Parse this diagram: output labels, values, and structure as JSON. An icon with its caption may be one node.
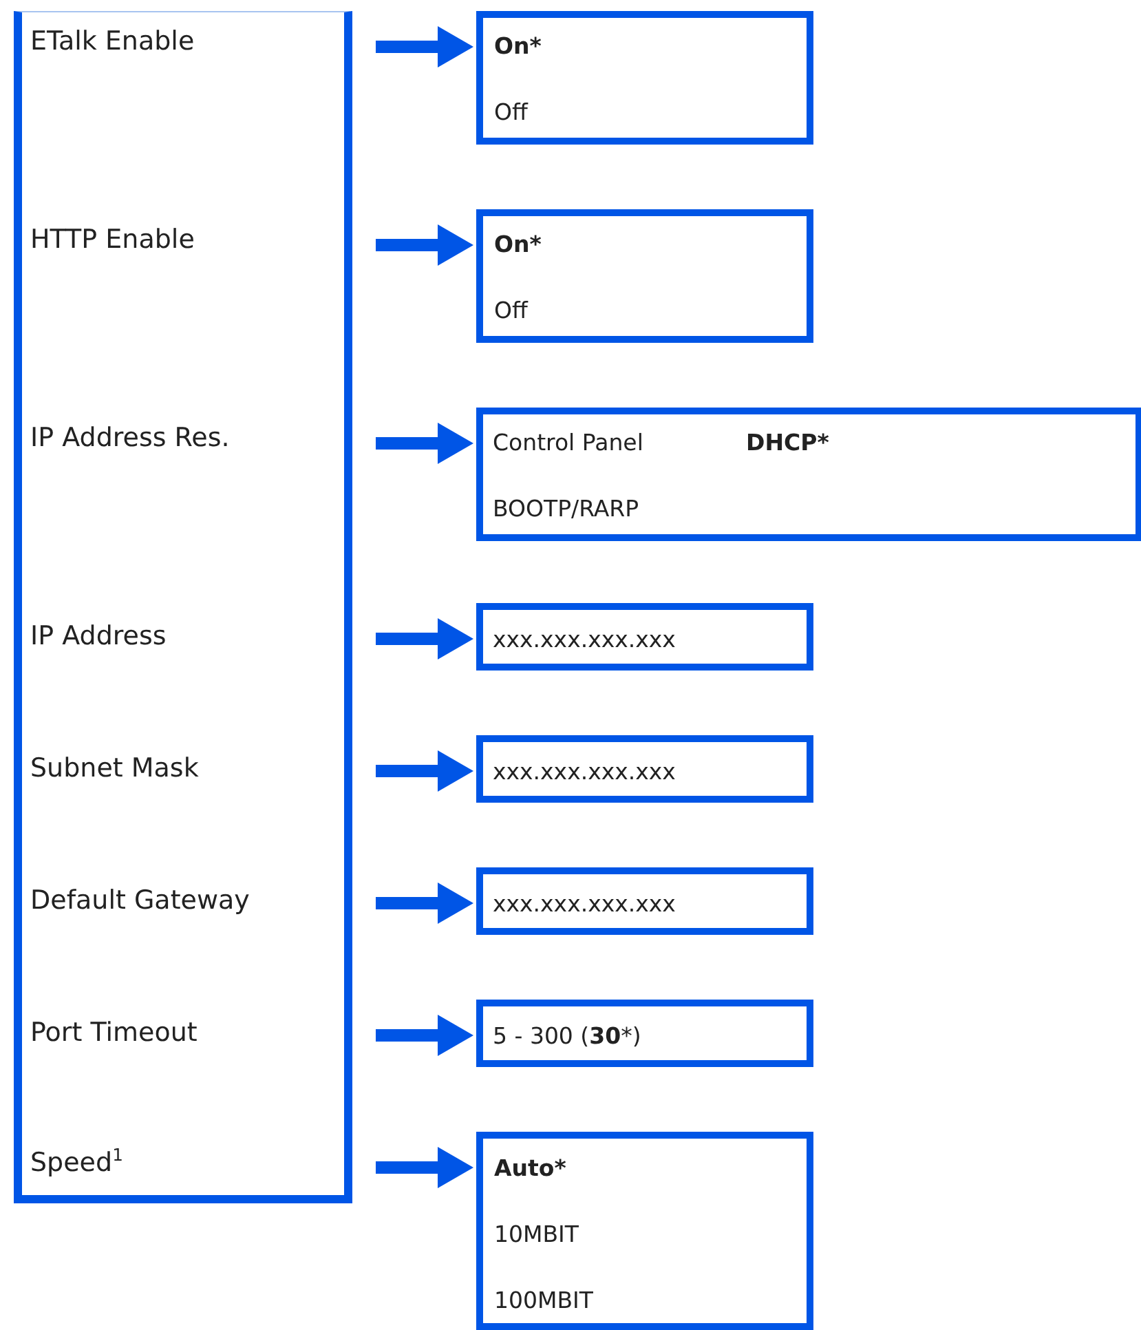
{
  "diagram": {
    "nodes": [
      {
        "text": [],
        "shape": "box"
      },
      {
        "text": [
          "ETalk Enable"
        ],
        "in": 0
      },
      {
        "text": [
          "HTTP Enable"
        ],
        "in": 0
      },
      {
        "text": [
          "IP Address Res."
        ],
        "in": 0
      },
      {
        "text": [
          "IP Address"
        ],
        "in": 0
      },
      {
        "text": [
          "Subnet Mask"
        ],
        "in": 0
      },
      {
        "text": [
          "Default Gateway"
        ],
        "in": 0
      },
      {
        "text": [
          "Port Timeout"
        ],
        "in": 0
      },
      {
        "text": [
          "Speed$^{1}$"
        ],
        "in": 0
      },
      {
        "text": [
          "On*",
          "Off"
        ]
      },
      {
        "text": [
          "On*",
          "Off"
        ]
      },
      {
        "text": [
          "Control Panel",
          "DHCP*",
          "BOOTP/RARP"
        ]
      },
      {
        "text": [
          "xxx.xxx.xxx.xxx"
        ]
      },
      {
        "text": [
          "xxx.xxx.xxx.xxx"
        ]
      },
      {
        "text": [
          "xxx.xxx.xxx.xxx"
        ]
      },
      {
        "text": [
          "5 - 300 (**30***)"
        ]
      },
      {
        "text": [
          "Auto*",
          "10MBIT",
          "100MBIT"
        ]
      }
    ],
    "edges": [
      {
        "from": null,
        "to": 9,
        "arrow": "to"
      },
      {
        "from": null,
        "to": 10,
        "arrow": "to"
      },
      {
        "from": null,
        "to": 11,
        "arrow": "to"
      },
      {
        "from": null,
        "to": 12,
        "arrow": "to"
      },
      {
        "from": null,
        "to": 13,
        "arrow": "to"
      },
      {
        "from": null,
        "to": 14,
        "arrow": "to"
      },
      {
        "from": null,
        "to": 15,
        "arrow": "to"
      },
      {
        "from": null,
        "to": 16,
        "arrow": "to"
      }
    ]
  }
}
